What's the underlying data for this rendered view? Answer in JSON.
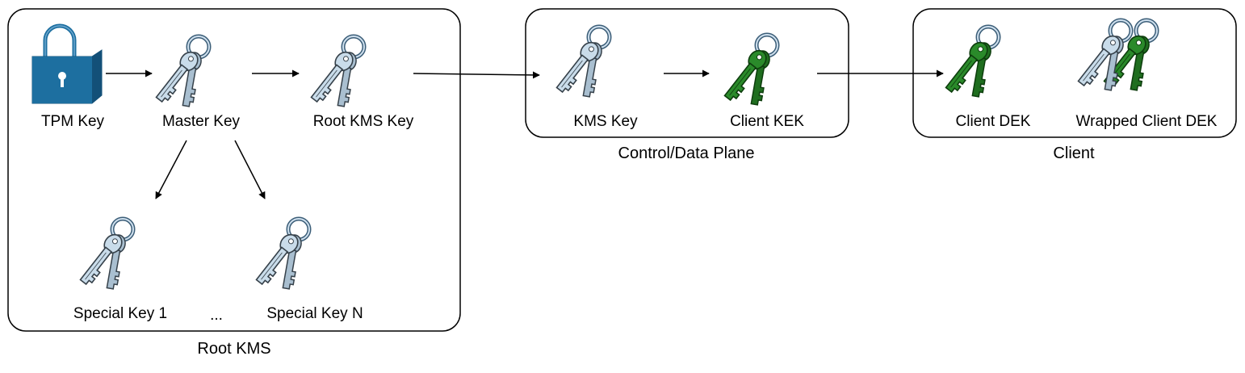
{
  "colors": {
    "border": "#000000",
    "arrow": "#000000",
    "key_blue_fill": "#c9dcea",
    "key_blue_stroke": "#36414a",
    "key_green_fill": "#2a8a2a",
    "key_green_stroke": "#0d3d0d",
    "ring_stroke": "#3c5e78",
    "ring_fill": "#cfe0ee",
    "tpm_fill": "#1d6fa0",
    "tpm_stroke": "#135078"
  },
  "groups": {
    "root_kms": {
      "label": "Root KMS"
    },
    "control_plane": {
      "label": "Control/Data Plane"
    },
    "client": {
      "label": "Client"
    }
  },
  "nodes": {
    "tpm_key": {
      "label": "TPM Key",
      "icon": "tpm-lock-icon"
    },
    "master_key": {
      "label": "Master Key",
      "icon": "key-icon"
    },
    "root_kms_key": {
      "label": "Root KMS Key",
      "icon": "key-icon"
    },
    "special_key_1": {
      "label": "Special Key 1",
      "icon": "key-icon"
    },
    "ellipsis": {
      "label": "..."
    },
    "special_key_n": {
      "label": "Special Key N",
      "icon": "key-icon"
    },
    "kms_key": {
      "label": "KMS Key",
      "icon": "key-icon"
    },
    "client_kek": {
      "label": "Client KEK",
      "icon": "green-key-icon"
    },
    "client_dek": {
      "label": "Client DEK",
      "icon": "green-key-icon"
    },
    "wrapped_client_dek": {
      "label": "Wrapped Client DEK",
      "icon": "wrapped-keys-icon"
    }
  }
}
